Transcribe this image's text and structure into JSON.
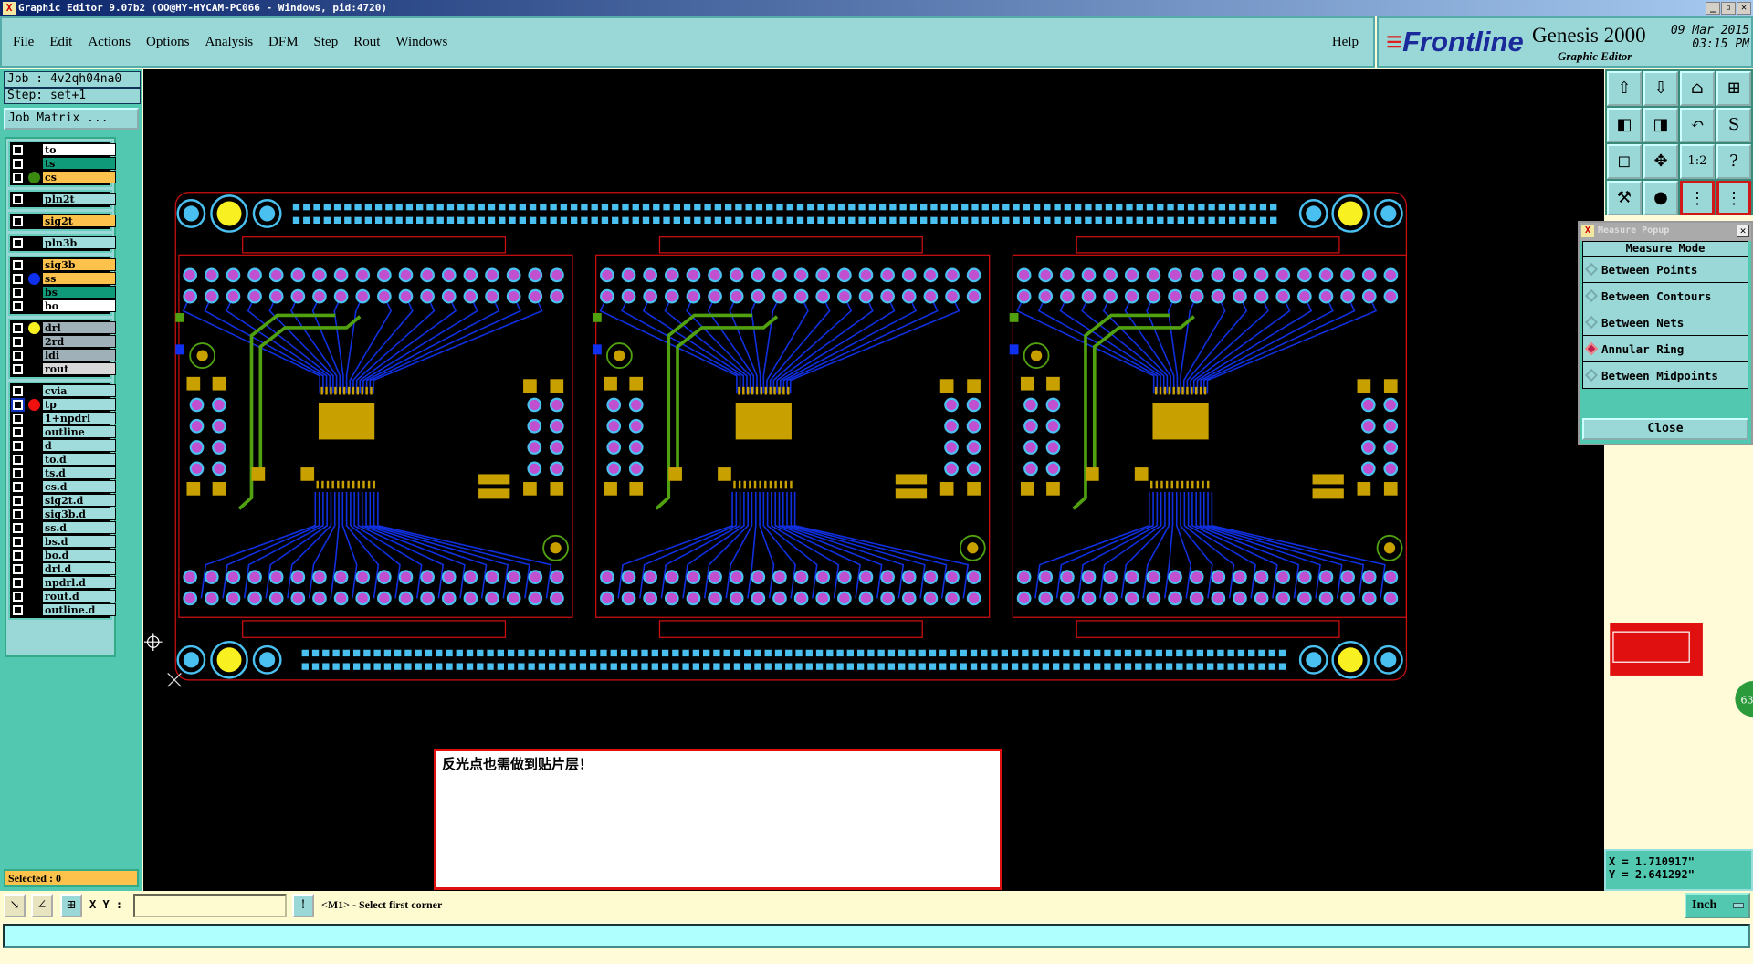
{
  "window": {
    "title": "Graphic Editor 9.07b2 (OO@HY-HYCAM-PC066 - Windows, pid:4720)",
    "min": "_",
    "max": "▫",
    "close": "✕"
  },
  "menu": {
    "items": [
      "File",
      "Edit",
      "Actions",
      "Options",
      "Analysis",
      "DFM",
      "Step",
      "Rout",
      "Windows"
    ],
    "help": "Help"
  },
  "brand": {
    "logo": "Frontline",
    "product": "Genesis 2000",
    "subtitle": "Graphic Editor",
    "date": "09 Mar 2015",
    "time": "03:15 PM"
  },
  "job": {
    "job": "Job : 4v2qh04na0",
    "step": "Step: set+1",
    "matrix_button": "Job Matrix ..."
  },
  "layer_groups": [
    [
      {
        "name": "to",
        "color": "#ffffff"
      },
      {
        "name": "ts",
        "color": "#0f9a7a"
      },
      {
        "name": "cs",
        "color": "#fcc24c",
        "dot": "#3a8a10"
      }
    ],
    [
      {
        "name": "pln2t",
        "color": "#a0dcdc"
      }
    ],
    [
      {
        "name": "sig2t",
        "color": "#fcc24c"
      }
    ],
    [
      {
        "name": "pln3b",
        "color": "#a0dcdc"
      }
    ],
    [
      {
        "name": "sig3b",
        "color": "#fcc24c"
      },
      {
        "name": "ss",
        "color": "#fcc24c",
        "dot": "#1030f0"
      },
      {
        "name": "bs",
        "color": "#0f9a7a"
      },
      {
        "name": "bo",
        "color": "#ffffff"
      }
    ],
    [
      {
        "name": "drl",
        "color": "#9fb0b8",
        "dot": "#f8f020"
      },
      {
        "name": "2rd",
        "color": "#9fb0b8"
      },
      {
        "name": "ldi",
        "color": "#9fb0b8"
      },
      {
        "name": "rout",
        "color": "#d8d8d8"
      }
    ],
    [
      {
        "name": "cvia",
        "color": "#a0dcdc"
      },
      {
        "name": "tp",
        "color": "#a0dcdc",
        "dot": "#f01010",
        "selected": true,
        "mark": "⊞"
      },
      {
        "name": "1+npdrl",
        "color": "#a0dcdc"
      },
      {
        "name": "outline",
        "color": "#a0dcdc"
      },
      {
        "name": "d",
        "color": "#a0dcdc"
      },
      {
        "name": "to.d",
        "color": "#a0dcdc",
        "mark": "✎"
      },
      {
        "name": "ts.d",
        "color": "#a0dcdc"
      },
      {
        "name": "cs.d",
        "color": "#a0dcdc",
        "mark": "✎"
      },
      {
        "name": "sig2t.d",
        "color": "#a0dcdc",
        "mark": "✎"
      },
      {
        "name": "sig3b.d",
        "color": "#a0dcdc",
        "mark": "✎"
      },
      {
        "name": "ss.d",
        "color": "#a0dcdc",
        "mark": "✎"
      },
      {
        "name": "bs.d",
        "color": "#a0dcdc"
      },
      {
        "name": "bo.d",
        "color": "#a0dcdc"
      },
      {
        "name": "drl.d",
        "color": "#a0dcdc"
      },
      {
        "name": "npdrl.d",
        "color": "#a0dcdc"
      },
      {
        "name": "rout.d",
        "color": "#a0dcdc"
      },
      {
        "name": "outline.d",
        "color": "#a0dcdc"
      }
    ]
  ],
  "selected": "Selected : 0",
  "toolbar": [
    {
      "name": "zoom-in-icon",
      "glyph": "⇧"
    },
    {
      "name": "zoom-out-icon",
      "glyph": "⇩"
    },
    {
      "name": "home-icon",
      "glyph": "⌂"
    },
    {
      "name": "window-grid-icon",
      "glyph": "⊞"
    },
    {
      "name": "pan-left-icon",
      "glyph": "◧"
    },
    {
      "name": "pan-right-icon",
      "glyph": "◨"
    },
    {
      "name": "undo-view-icon",
      "glyph": "↶"
    },
    {
      "name": "redraw-icon",
      "glyph": "S"
    },
    {
      "name": "fit-icon",
      "glyph": "◻"
    },
    {
      "name": "center-icon",
      "glyph": "✥"
    },
    {
      "name": "scale-icon",
      "glyph": "1:2"
    },
    {
      "name": "help-icon",
      "glyph": "?"
    },
    {
      "name": "tools-icon",
      "glyph": "⚒"
    },
    {
      "name": "snap-icon",
      "glyph": "●"
    },
    {
      "name": "net-icon",
      "glyph": "⋮",
      "red": true
    },
    {
      "name": "net-edit-icon",
      "glyph": "⋮",
      "red": true
    }
  ],
  "measure_popup": {
    "title": "Measure Popup",
    "header": "Measure Mode",
    "options": [
      {
        "label": "Between Points",
        "on": false
      },
      {
        "label": "Between Contours",
        "on": false
      },
      {
        "label": "Between Nets",
        "on": false
      },
      {
        "label": "Annular Ring",
        "on": true
      },
      {
        "label": "Between Midpoints",
        "on": false
      }
    ],
    "close": "Close"
  },
  "coords": {
    "x": "X = 1.710917\"",
    "y": "Y = 2.641292\""
  },
  "message": "反光点也需做到贴片层！",
  "bottom": {
    "xy_label": "X Y :",
    "xy_value": "",
    "prompt": "<M1> - Select first corner",
    "units": "Inch",
    "badge": "63"
  },
  "colors": {
    "pad": "#c050d0",
    "pad_ring": "#4ac0f0",
    "trace": "#1030e0",
    "trace2": "#50a010",
    "gold": "#c8a000",
    "outline": "#d01010"
  }
}
